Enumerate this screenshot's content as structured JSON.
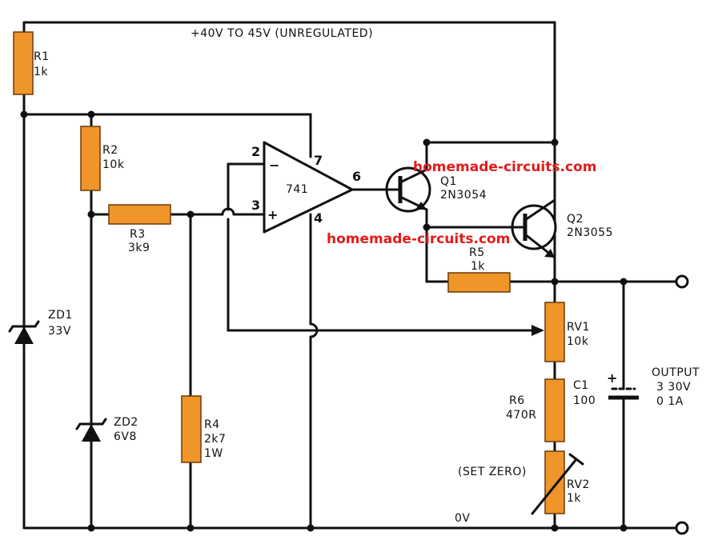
{
  "supply_label": "+40V TO 45V (UNREGULATED)",
  "ground_label": "0V",
  "output_label": {
    "line1": "OUTPUT",
    "line2": "3  30V",
    "line3": "0  1A"
  },
  "watermark_1": "homemade-circuits.com",
  "watermark_2": "homemade-circuits.com",
  "set_zero_label": "(SET ZERO)",
  "opamp": {
    "name": "741",
    "pin2": "2",
    "pin3": "3",
    "pin4": "4",
    "pin6": "6",
    "pin7": "7",
    "minus": "−",
    "plus": "+"
  },
  "components": {
    "R1": {
      "ref": "R1",
      "value": "1k"
    },
    "R2": {
      "ref": "R2",
      "value": "10k"
    },
    "R3": {
      "ref": "R3",
      "value": "3k9"
    },
    "R4": {
      "ref": "R4",
      "value": "2k7",
      "rating": "1W"
    },
    "R5": {
      "ref": "R5",
      "value": "1k"
    },
    "R6": {
      "ref": "R6",
      "value": "470R"
    },
    "RV1": {
      "ref": "RV1",
      "value": "10k"
    },
    "RV2": {
      "ref": "RV2",
      "value": "1k"
    },
    "C1": {
      "ref": "C1",
      "value": "100",
      "plus": "+"
    },
    "ZD1": {
      "ref": "ZD1",
      "value": "33V"
    },
    "ZD2": {
      "ref": "ZD2",
      "value": "6V8"
    },
    "Q1": {
      "ref": "Q1",
      "part": "2N3054"
    },
    "Q2": {
      "ref": "Q2",
      "part": "2N3055"
    }
  }
}
